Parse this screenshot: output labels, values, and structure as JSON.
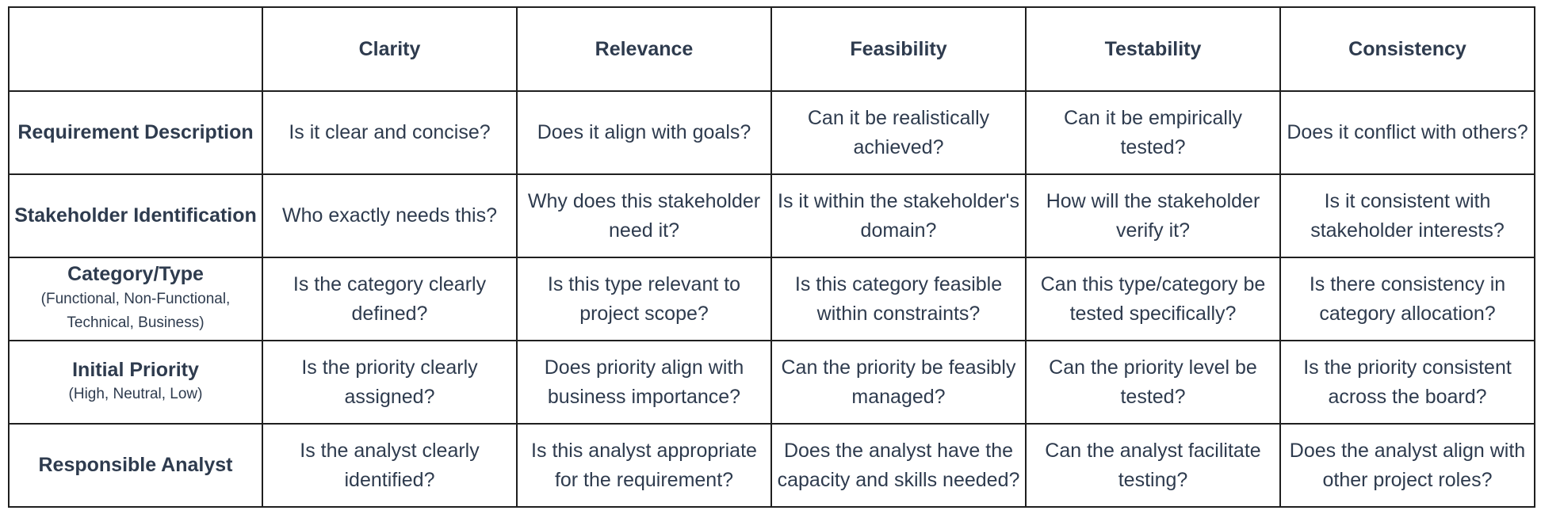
{
  "columns": [
    "Clarity",
    "Relevance",
    "Feasibility",
    "Testability",
    "Consistency"
  ],
  "rows": [
    {
      "label": "Requirement Description",
      "sublabel": "",
      "cells": [
        "Is it clear and concise?",
        "Does it align with goals?",
        "Can it be realistically achieved?",
        "Can it be empirically tested?",
        "Does it conflict with others?"
      ]
    },
    {
      "label": "Stakeholder Identification",
      "sublabel": "",
      "cells": [
        "Who exactly needs this?",
        "Why does this stakeholder need it?",
        "Is it within the stakeholder's domain?",
        "How will the stakeholder verify it?",
        "Is it consistent with stakeholder interests?"
      ]
    },
    {
      "label": "Category/Type",
      "sublabel": "(Functional, Non-Functional, Technical, Business)",
      "cells": [
        "Is the category clearly defined?",
        "Is this type relevant to project scope?",
        "Is this category feasible within constraints?",
        "Can this type/category be tested specifically?",
        "Is there consistency in category allocation?"
      ]
    },
    {
      "label": "Initial Priority",
      "sublabel": "(High, Neutral, Low)",
      "cells": [
        "Is the priority clearly assigned?",
        "Does priority align with business importance?",
        "Can the priority be feasibly managed?",
        "Can the priority level be tested?",
        "Is the priority consistent across the board?"
      ]
    },
    {
      "label": "Responsible Analyst",
      "sublabel": "",
      "cells": [
        "Is the analyst clearly identified?",
        "Is this analyst appropriate for the requirement?",
        "Does the analyst have the capacity and skills needed?",
        "Can the analyst facilitate testing?",
        "Does the analyst align with other project roles?"
      ]
    }
  ]
}
